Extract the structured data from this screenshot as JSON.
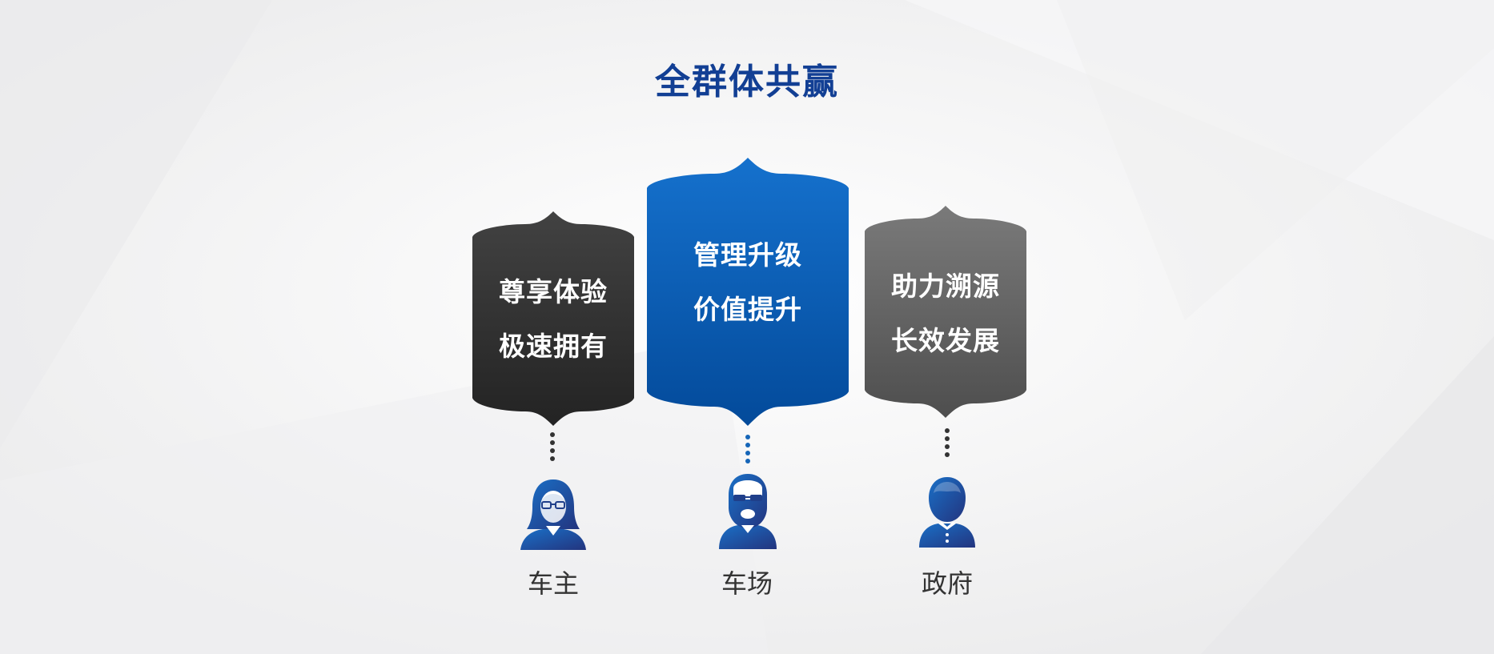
{
  "title": "全群体共赢",
  "columns": [
    {
      "line1": "尊享体验",
      "line2": "极速拥有",
      "label": "车主",
      "icon": "woman-with-glasses-icon",
      "badge_color": "#2f2f2f"
    },
    {
      "line1": "管理升级",
      "line2": "价值提升",
      "label": "车场",
      "icon": "man-with-sunglasses-icon",
      "badge_color": "#0a5cb5"
    },
    {
      "line1": "助力溯源",
      "line2": "长效发展",
      "label": "政府",
      "icon": "man-in-shirt-icon",
      "badge_color": "#5e5e5e"
    }
  ],
  "colors": {
    "title": "#123f94",
    "icon_gradient_start": "#1a70c7",
    "icon_gradient_end": "#23347e"
  }
}
